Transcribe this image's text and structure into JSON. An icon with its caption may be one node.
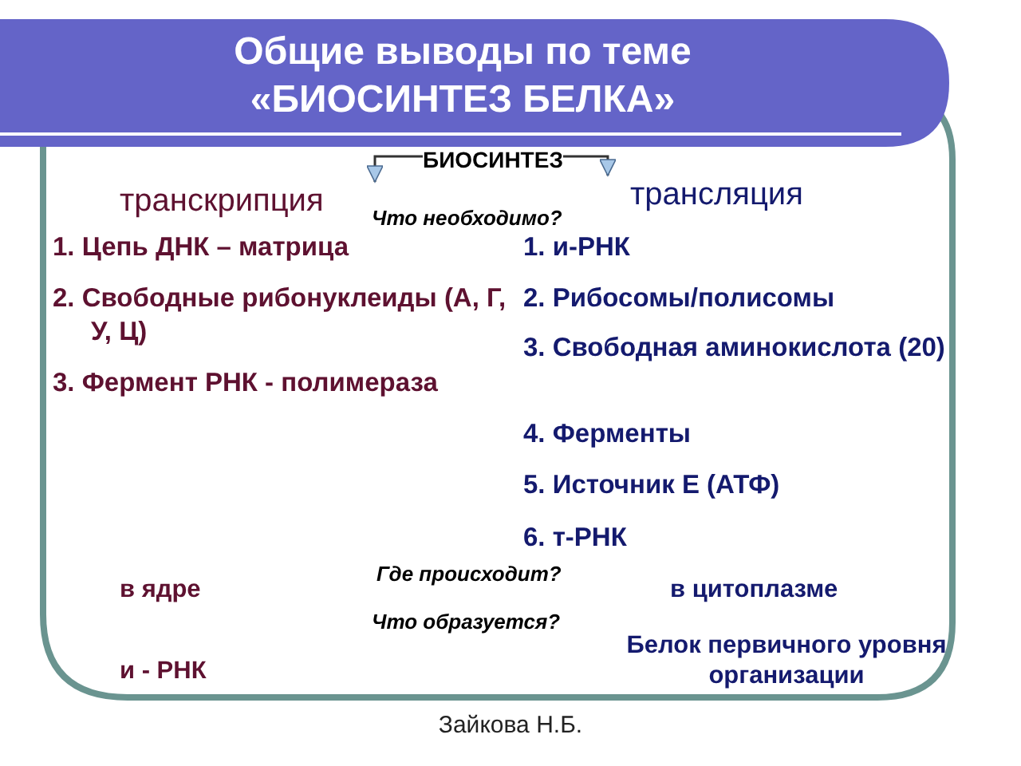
{
  "diagram": {
    "title": "Общие выводы по теме «БИОСИНТЕЗ БЕЛКА»",
    "caption": "Зайкова Н.Б.",
    "nodes": [
      {
        "text": [
          "БИОСИНТЕЗ"
        ]
      },
      {
        "text": [
          "транскрипция"
        ]
      },
      {
        "text": [
          "трансляция"
        ]
      }
    ],
    "edges": [
      {
        "from": 0,
        "to": 1,
        "arrow": "to"
      },
      {
        "from": 0,
        "to": 2,
        "arrow": "to"
      }
    ],
    "labels": [
      "Что необходимо?",
      "1. Цепь ДНК – матрица",
      "1. и-РНК",
      "2. Свободные рибонуклеиды (А, Г, У, Ц)",
      "2. Рибосомы/полисомы",
      "3. Фермент РНК - полимераза",
      "3. Свободная аминокислота (20)",
      "4. Ферменты",
      "5. Источник Е (АТФ)",
      "6. т-РНК",
      "Где происходит?",
      "в ядре",
      "в цитоплазме",
      "Что образуется?",
      "и - РНК",
      "Белок первичного уровня организации"
    ]
  }
}
